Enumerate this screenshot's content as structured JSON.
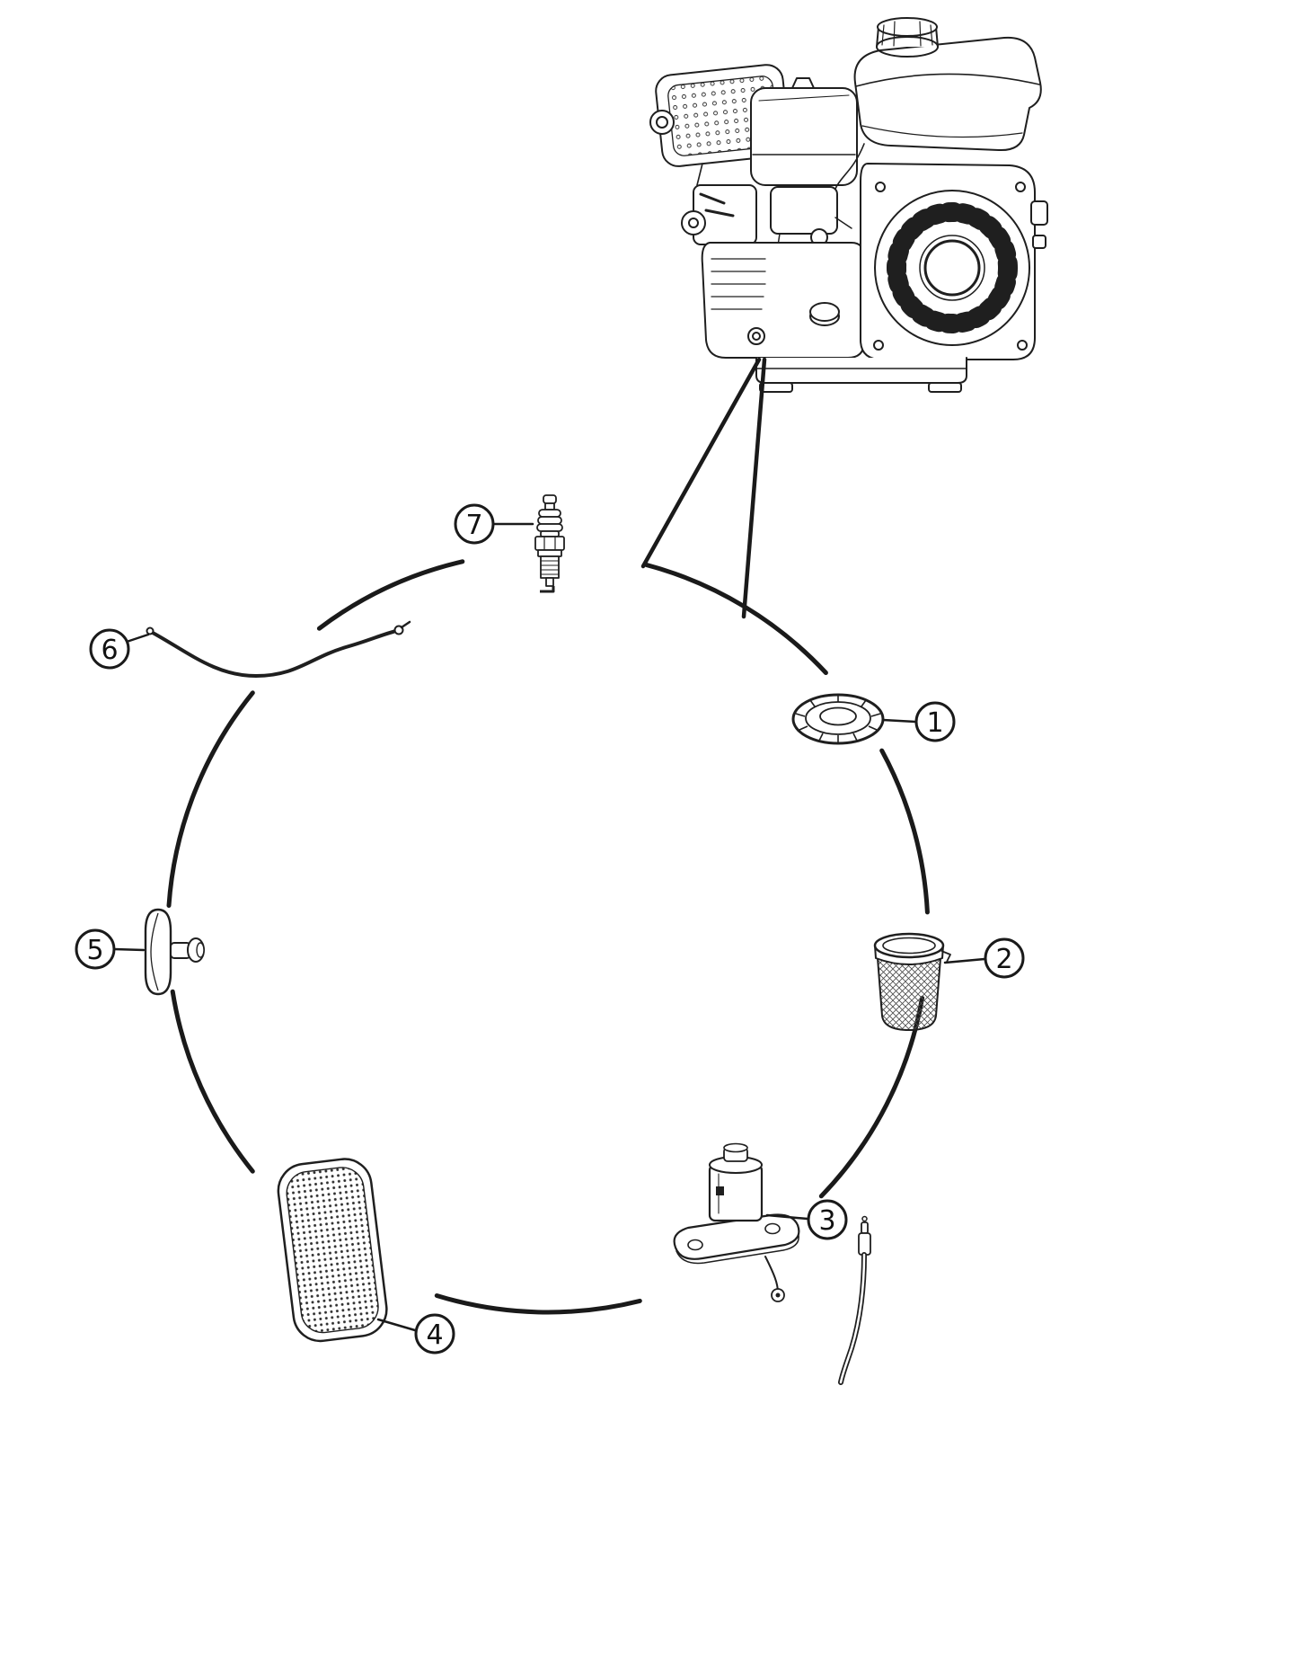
{
  "diagram": {
    "title": "engine-replacement-parts-diagram",
    "ink_color": "#1a1a1a",
    "background_color": "#ffffff",
    "engine": {
      "name": "horizontal-shaft-engine-illustration"
    },
    "callouts": [
      {
        "number": "1",
        "part": "fuel-tank-cap"
      },
      {
        "number": "2",
        "part": "fuel-strainer-cup"
      },
      {
        "number": "3",
        "part": "fuel-shutoff-solenoid-with-hose"
      },
      {
        "number": "4",
        "part": "air-filter-element"
      },
      {
        "number": "5",
        "part": "drain-knob"
      },
      {
        "number": "6",
        "part": "throttle-cable"
      },
      {
        "number": "7",
        "part": "spark-plug"
      }
    ]
  }
}
